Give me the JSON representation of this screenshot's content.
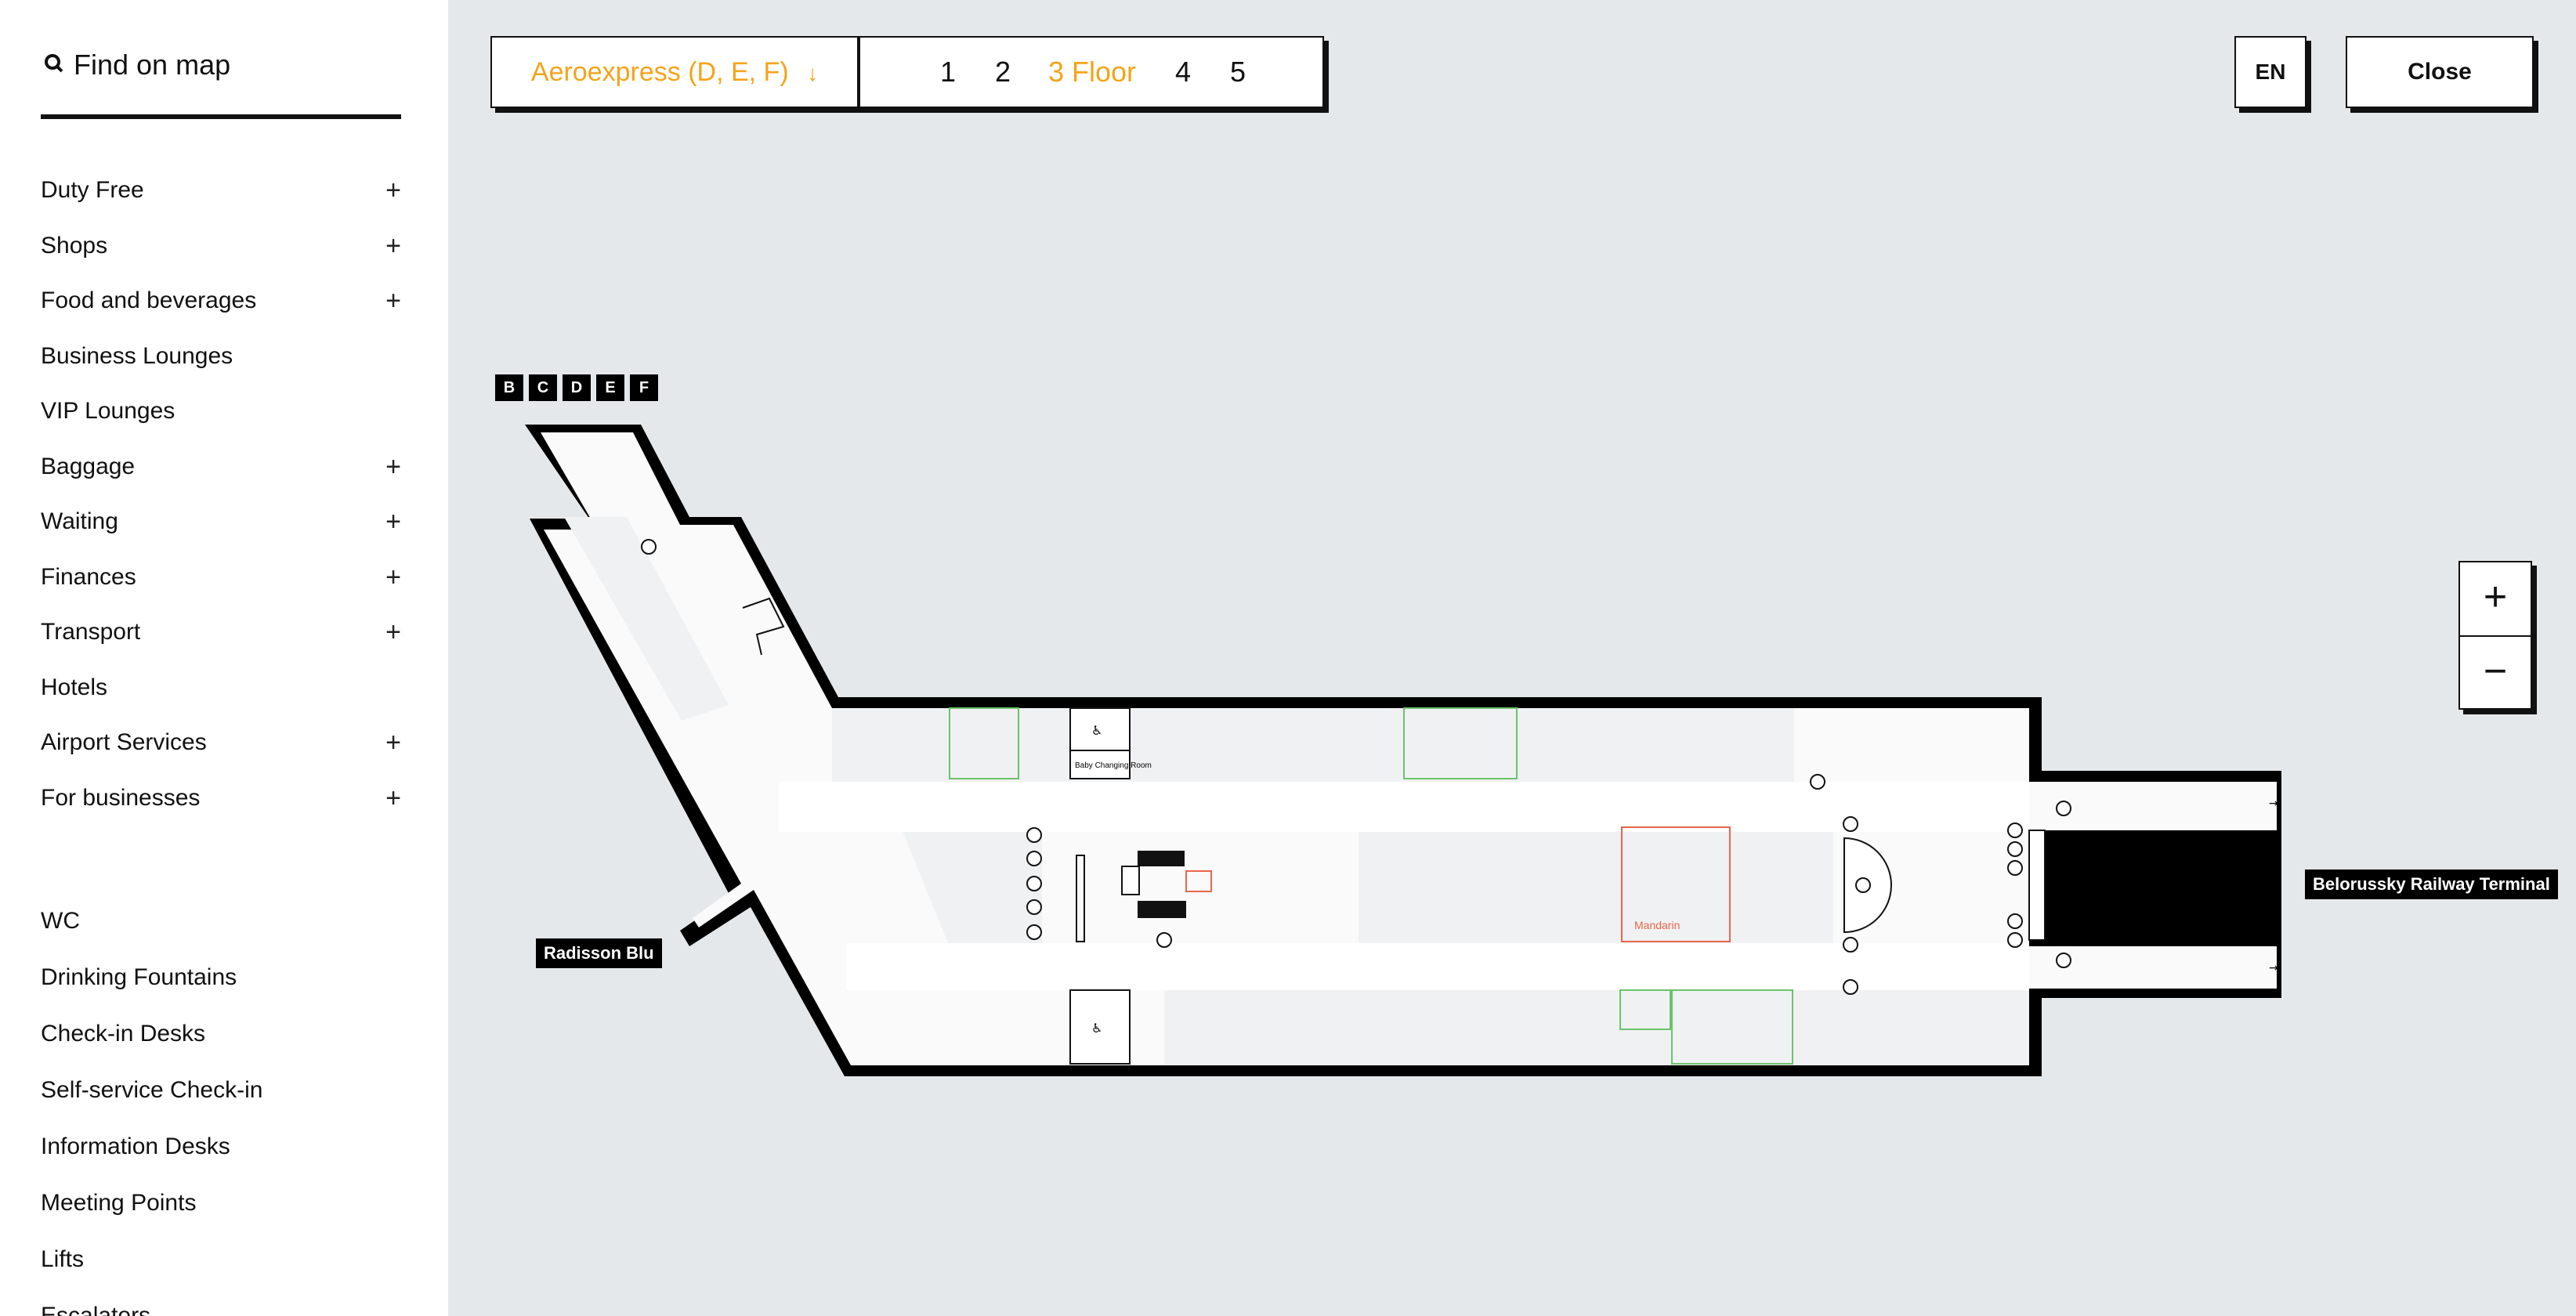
{
  "search": {
    "placeholder": "Find on map"
  },
  "sidebar": {
    "categories": [
      {
        "label": "Duty Free",
        "expandable": true
      },
      {
        "label": "Shops",
        "expandable": true
      },
      {
        "label": "Food and beverages",
        "expandable": true
      },
      {
        "label": "Business Lounges",
        "expandable": false
      },
      {
        "label": "VIP Lounges",
        "expandable": false
      },
      {
        "label": "Baggage",
        "expandable": true
      },
      {
        "label": "Waiting",
        "expandable": true
      },
      {
        "label": "Finances",
        "expandable": true
      },
      {
        "label": "Transport",
        "expandable": true
      },
      {
        "label": "Hotels",
        "expandable": false
      },
      {
        "label": "Airport Services",
        "expandable": true
      },
      {
        "label": "For businesses",
        "expandable": true
      }
    ],
    "amenities": [
      "WC",
      "Drinking Fountains",
      "Check-in Desks",
      "Self-service Check-in",
      "Information Desks",
      "Meeting Points",
      "Lifts",
      "Escalators"
    ],
    "plus_symbol": "+"
  },
  "topbar": {
    "terminal": "Aeroexpress (D, E, F)",
    "terminal_arrow": "↓",
    "floors": [
      "1",
      "2",
      "3 Floor",
      "4",
      "5"
    ],
    "active_floor_index": 2,
    "language": "EN",
    "close_label": "Close"
  },
  "zoom": {
    "in": "+",
    "out": "−"
  },
  "map": {
    "gate_tags": [
      "B",
      "C",
      "D",
      "E",
      "F"
    ],
    "labels": {
      "radisson": "Radisson Blu",
      "belorussky": "Belorussky Railway Terminal",
      "mandarin": "Mandarin",
      "baby_changing": "Baby Changing Room"
    },
    "colors": {
      "accent": "#f5a31a",
      "shop_outline": "#6cc36a",
      "food_outline": "#e8664a",
      "wall": "#000000",
      "floor": "#f3f4f5",
      "background": "#e5e8eb"
    }
  }
}
